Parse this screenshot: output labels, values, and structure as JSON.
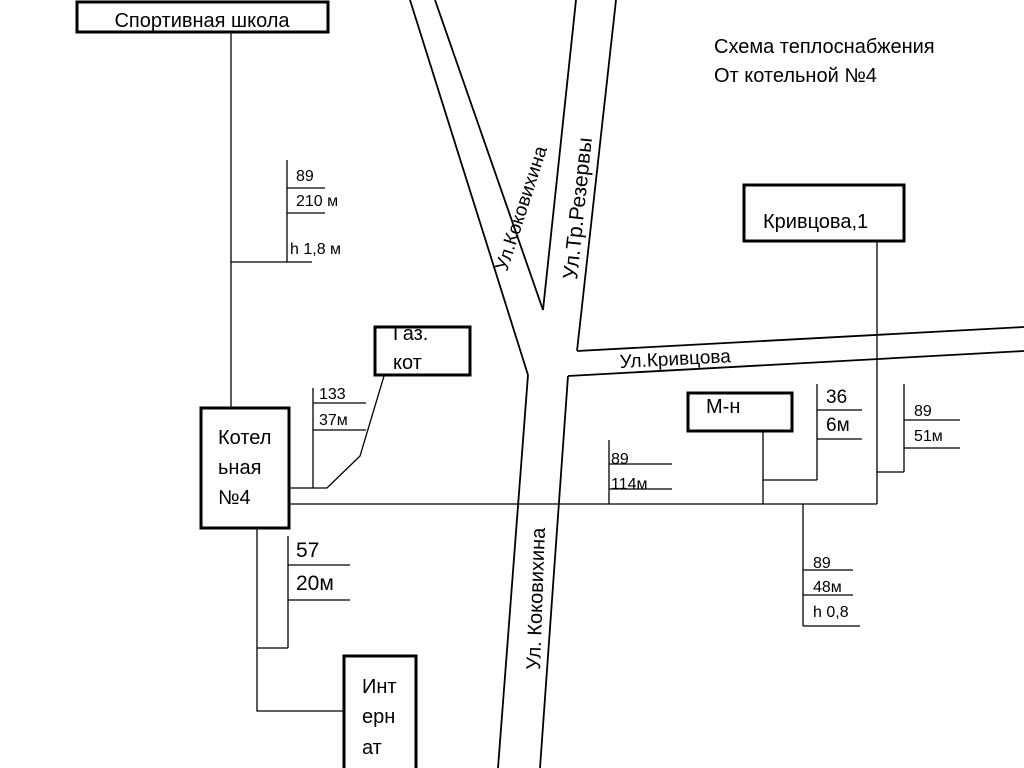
{
  "title": {
    "line1": "Схема теплоснабжения",
    "line2": "От котельной №4"
  },
  "streets": {
    "kokovikhina_top": "Ул.Коковихина",
    "tr_rezervy": "Ул.Тр.Резервы",
    "krivtsova": "Ул.Кривцова",
    "kokovikhina_bottom": "Ул. Коковихина"
  },
  "buildings": {
    "sport_school": "Спортивная школа",
    "kotelnaya": [
      "Котел",
      "ьная",
      "№4"
    ],
    "gaz_kot": [
      "Газ.",
      "кот"
    ],
    "internat": [
      "Инт",
      "ерн",
      "ат"
    ],
    "mn": "М-н",
    "krivtsova1": "Кривцова,1"
  },
  "pipes": {
    "sport": {
      "diameter": "89",
      "length": "210 м",
      "depth": "h 1,8 м"
    },
    "gaz": {
      "diameter": "133",
      "length": "37м"
    },
    "internat": {
      "diameter": "57",
      "length": "20м"
    },
    "main": {
      "diameter": "89",
      "length": "114м"
    },
    "mn": {
      "diameter": "36",
      "length": "6м"
    },
    "krivtsova": {
      "diameter": "89",
      "length": "51м"
    },
    "south": {
      "diameter": "89",
      "length": "48м",
      "depth": "h 0,8"
    }
  }
}
